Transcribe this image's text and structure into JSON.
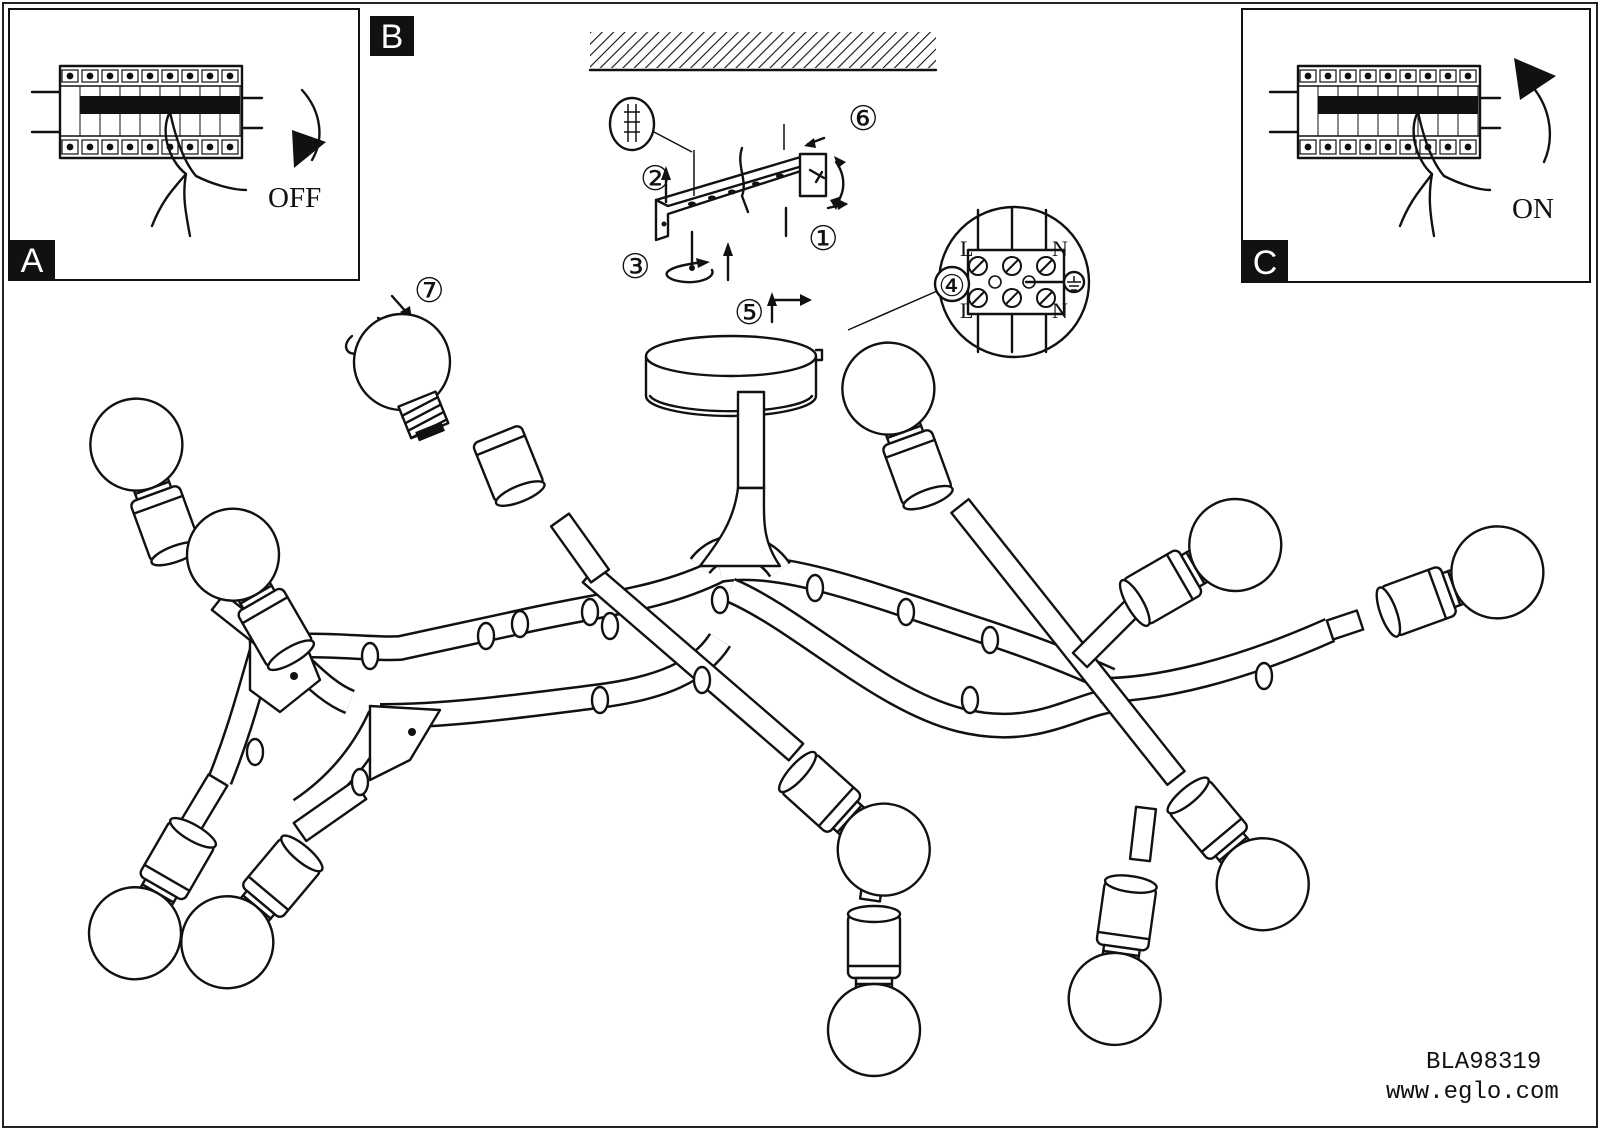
{
  "panel_a": {
    "tag": "A",
    "switch_state": "OFF"
  },
  "panel_b": {
    "tag": "B"
  },
  "panel_c": {
    "tag": "C",
    "switch_state": "ON"
  },
  "steps": [
    "①",
    "②",
    "③",
    "④",
    "⑤",
    "⑥",
    "⑦"
  ],
  "wiring": {
    "live": "L",
    "neutral": "N"
  },
  "footer": {
    "model": "BLA98319",
    "website": "www.eglo.com"
  }
}
